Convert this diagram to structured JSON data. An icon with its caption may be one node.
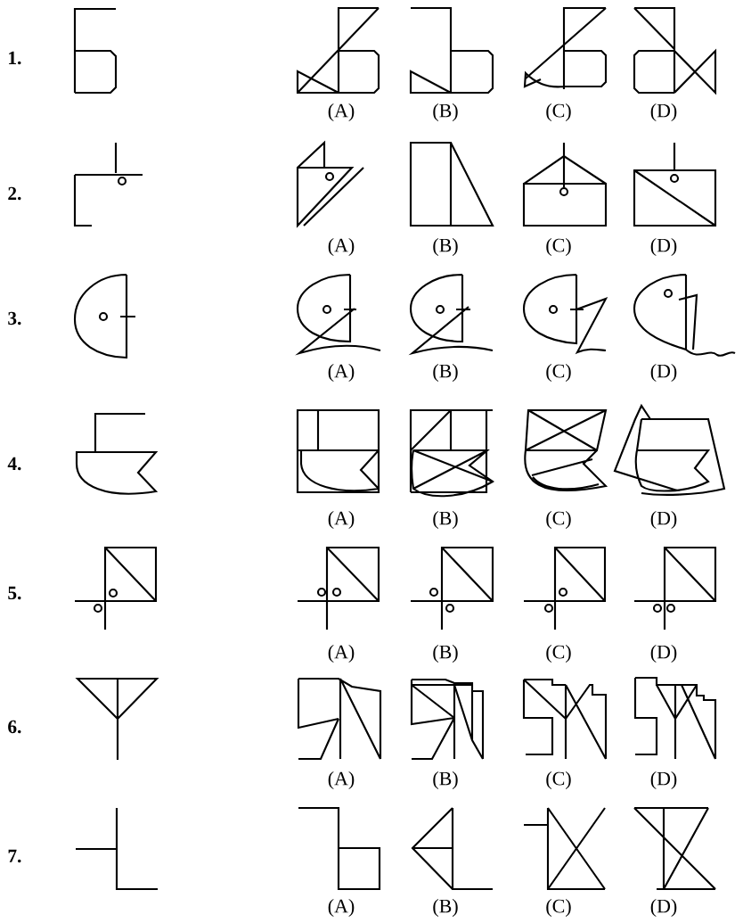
{
  "diagram": {
    "labels": [
      "1.",
      "(A)",
      "(B)",
      "(C)",
      "(D)",
      "2.",
      "(A)",
      "(B)",
      "(C)",
      "(D)",
      "3.",
      "(A)",
      "(B)",
      "(C)",
      "(D)",
      "4.",
      "(A)",
      "(B)",
      "(C)",
      "(D)",
      "5.",
      "(A)",
      "(B)",
      "(C)",
      "(D)",
      "6.",
      "(A)",
      "(B)",
      "(C)",
      "(D)",
      "7.",
      "(A)",
      "(B)",
      "(C)",
      "(D)"
    ]
  }
}
